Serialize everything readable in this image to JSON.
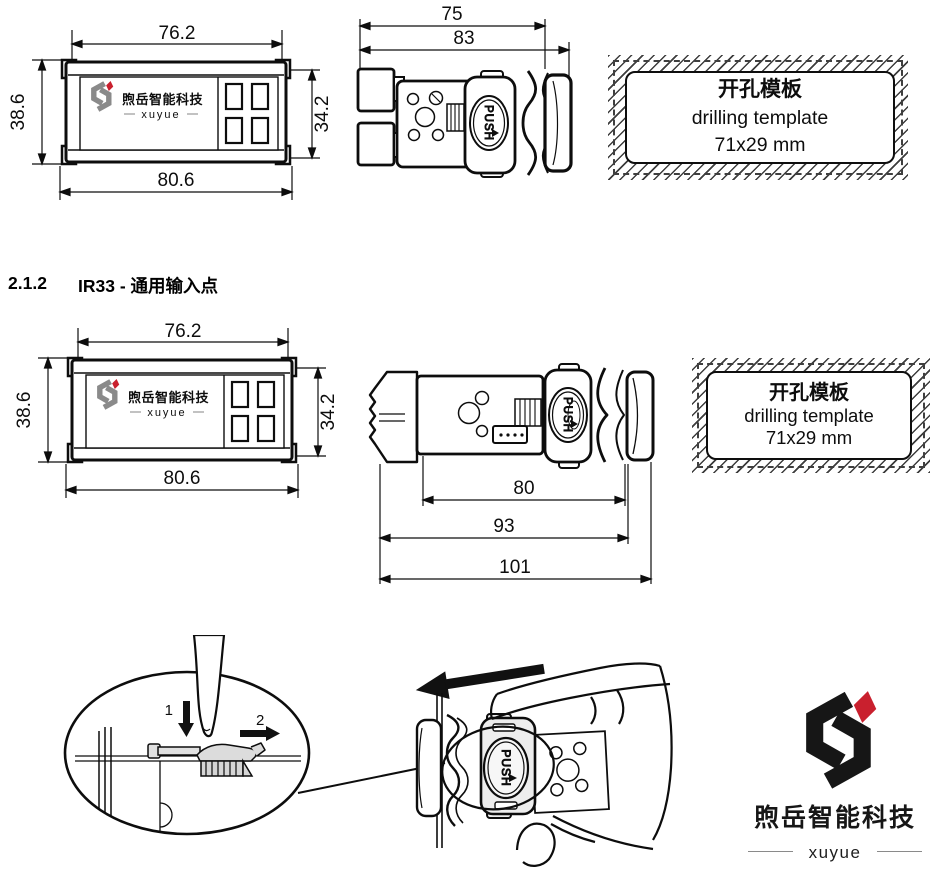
{
  "section_heading": {
    "number": "2.1.2",
    "title": "IR33 - 通用输入点"
  },
  "front_view": {
    "dim_top": "76.2",
    "dim_left": "38.6",
    "dim_bottom": "80.6",
    "dim_right": "34.2"
  },
  "side_view_front_row": {
    "dim_inner": "75",
    "dim_outer": "83",
    "push_label": "PUSH"
  },
  "side_view_detail_row": {
    "dim_body": "80",
    "dim_mid": "93",
    "dim_overall": "101",
    "push_label": "PUSH"
  },
  "drilling_template": {
    "title_cn": "开孔模板",
    "title_en": "drilling template",
    "size": "71x29 mm"
  },
  "install_callout": {
    "step_1": "1",
    "step_2": "2"
  },
  "install_hand": {
    "push_label": "PUSH"
  },
  "brand": {
    "name_cn": "煦岳智能科技",
    "name_en": "xuyue",
    "accent_color": "#c9202e",
    "logo_dark": "#161616",
    "logo_gray": "#8a8a8a",
    "text_gray": "#7d7d7d"
  }
}
